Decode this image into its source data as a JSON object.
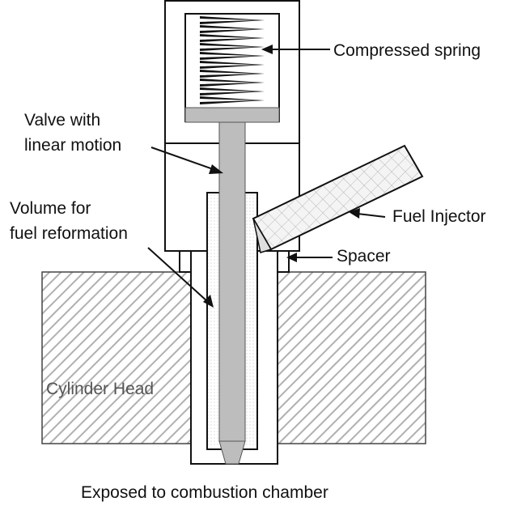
{
  "labels": {
    "compressed_spring": "Compressed spring",
    "valve_line1": "Valve with",
    "valve_line2": "linear motion",
    "volume_line1": "Volume for",
    "volume_line2": "fuel reformation",
    "fuel_injector": "Fuel Injector",
    "spacer": "Spacer",
    "cylinder_head": "Cylinder Head",
    "caption": "Exposed to combustion chamber"
  },
  "colors": {
    "stroke": "#111111",
    "hatch": "#b8b8b8",
    "valve_fill": "#bdbdbd",
    "spring": "#111111",
    "background": "#ffffff"
  }
}
